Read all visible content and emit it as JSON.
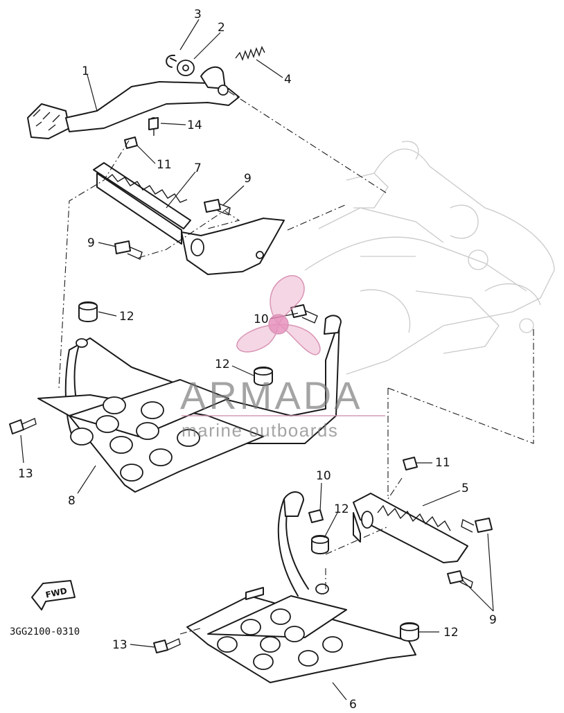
{
  "diagram": {
    "part_code": "3GG2100-0310",
    "fwd_label": "FWD",
    "callouts": {
      "c1": "1",
      "c2": "2",
      "c3": "3",
      "c4": "4",
      "c5": "5",
      "c6": "6",
      "c7": "7",
      "c8": "8",
      "c9a": "9",
      "c9b": "9",
      "c9c": "9",
      "c10a": "10",
      "c10b": "10",
      "c11a": "11",
      "c11b": "11",
      "c12a": "12",
      "c12b": "12",
      "c12c": "12",
      "c12d": "12",
      "c13a": "13",
      "c13b": "13",
      "c14": "14"
    }
  },
  "watermark": {
    "brand": "ARMADA",
    "tagline": "marine outboards",
    "logo_color": "#e7a3c4"
  }
}
